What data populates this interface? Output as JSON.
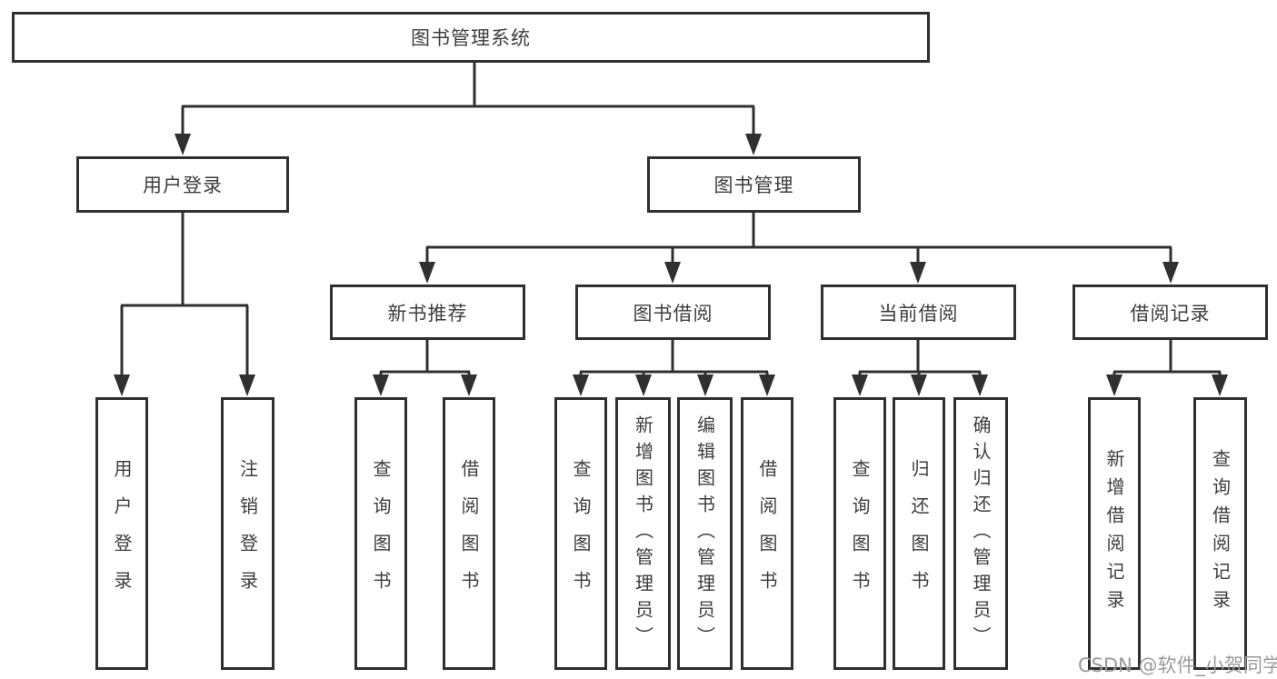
{
  "diagram_title": "图书管理系统",
  "colors": {
    "line": "#303030",
    "box_border": "#303030",
    "text": "#3d3d3d",
    "watermark": "#9b9b9b",
    "background": "#ffffff"
  },
  "nodes": {
    "root": {
      "label": "图书管理系统"
    },
    "user_login": {
      "label": "用户登录"
    },
    "book_mgmt": {
      "label": "图书管理"
    },
    "new_book_rec": {
      "label": "新书推荐"
    },
    "book_borrow": {
      "label": "图书借阅"
    },
    "current_borrow": {
      "label": "当前借阅"
    },
    "borrow_records": {
      "label": "借阅记录"
    },
    "leaf_user_login": {
      "label": "用户登录"
    },
    "leaf_logout": {
      "label": "注销登录"
    },
    "leaf_rec_query": {
      "label": "查询图书"
    },
    "leaf_rec_borrow": {
      "label": "借阅图书"
    },
    "leaf_bor_query": {
      "label": "查询图书"
    },
    "leaf_bor_add": {
      "label": "新增图书（管理员）"
    },
    "leaf_bor_edit": {
      "label": "编辑图书（管理员）"
    },
    "leaf_bor_borrow": {
      "label": "借阅图书"
    },
    "leaf_cur_query": {
      "label": "查询图书"
    },
    "leaf_cur_return": {
      "label": "归还图书"
    },
    "leaf_cur_confirm": {
      "label": "确认归还（管理员）"
    },
    "leaf_rcd_add": {
      "label": "新增借阅记录"
    },
    "leaf_rcd_query": {
      "label": "查询借阅记录"
    }
  },
  "watermark": {
    "text": "CSDN @软件_小贺同学"
  }
}
